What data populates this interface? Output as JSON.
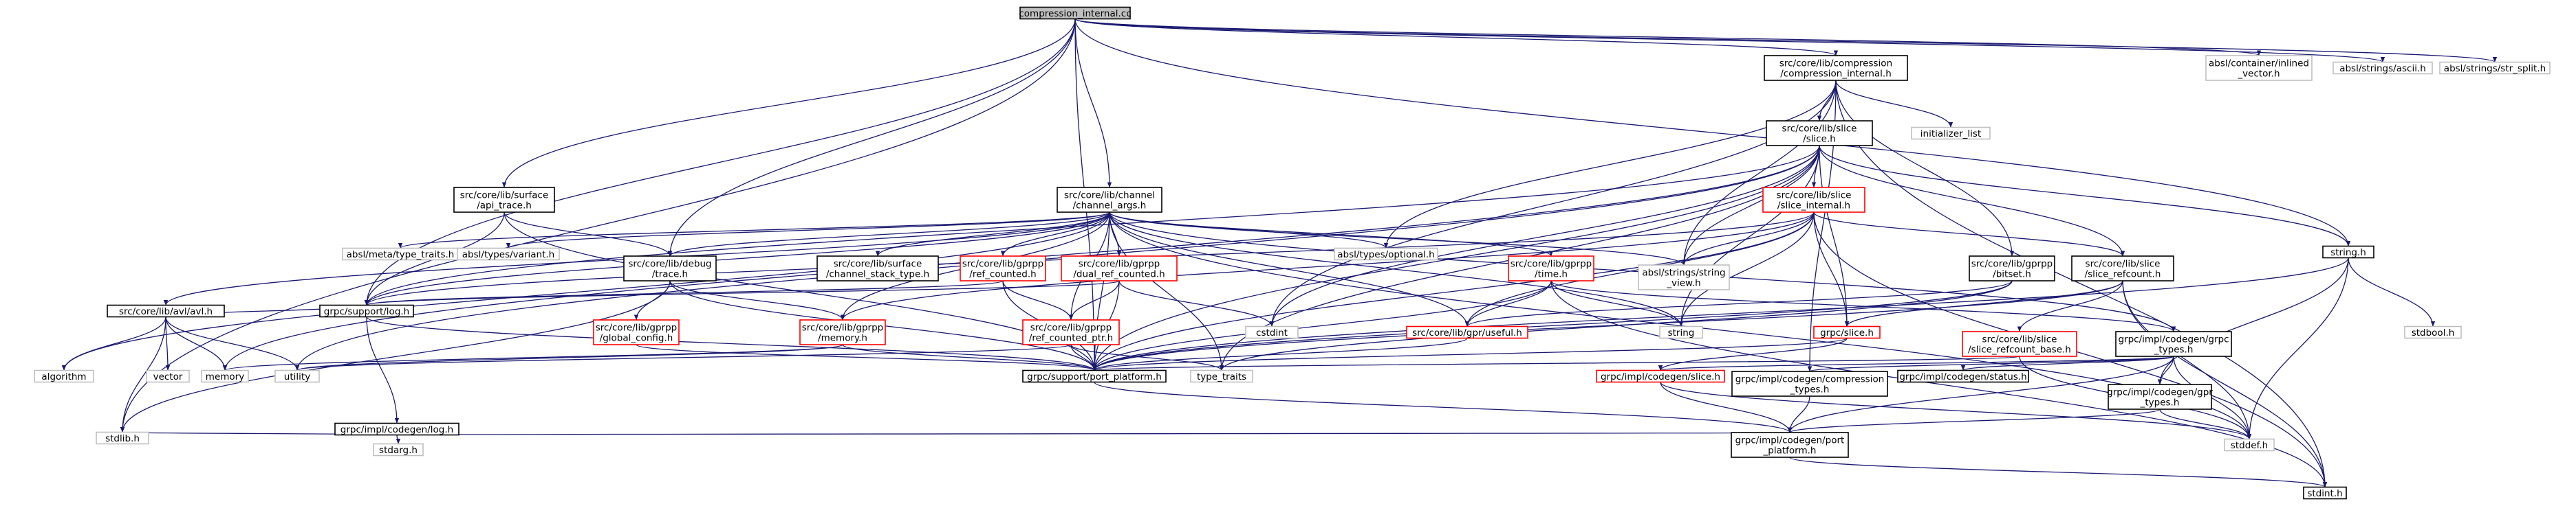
{
  "graph": {
    "title": "compression_internal.cc",
    "edge_color": "#191970",
    "node_styles": {
      "root": {
        "fill": "#bfbfbf",
        "stroke": "#000000"
      },
      "normal": {
        "fill": "#ffffff",
        "stroke": "#000000"
      },
      "red": {
        "fill": "#ffffff",
        "stroke": "#ff0000"
      },
      "gray": {
        "fill": "#ffffff",
        "stroke": "#bfbfbf"
      }
    },
    "nodes": [
      {
        "id": "root",
        "kind": "root",
        "lines": [
          "compression_internal.cc"
        ]
      },
      {
        "id": "ci",
        "kind": "normal",
        "lines": [
          "src/core/lib/compression",
          "/compression_internal.h"
        ]
      },
      {
        "id": "inl",
        "kind": "gray",
        "lines": [
          "absl/container/inlined",
          "_vector.h"
        ]
      },
      {
        "id": "ascii",
        "kind": "gray",
        "lines": [
          "absl/strings/ascii.h"
        ]
      },
      {
        "id": "split",
        "kind": "gray",
        "lines": [
          "absl/strings/str_split.h"
        ]
      },
      {
        "id": "slice",
        "kind": "normal",
        "lines": [
          "src/core/lib/slice",
          "/slice.h"
        ]
      },
      {
        "id": "initl",
        "kind": "gray",
        "lines": [
          "initializer_list"
        ]
      },
      {
        "id": "chargs",
        "kind": "normal",
        "lines": [
          "src/core/lib/channel",
          "/channel_args.h"
        ]
      },
      {
        "id": "apitrace",
        "kind": "normal",
        "lines": [
          "src/core/lib/surface",
          "/api_trace.h"
        ]
      },
      {
        "id": "sliceint",
        "kind": "red",
        "lines": [
          "src/core/lib/slice",
          "/slice_internal.h"
        ]
      },
      {
        "id": "metatt",
        "kind": "gray",
        "lines": [
          "absl/meta/type_traits.h"
        ]
      },
      {
        "id": "variant",
        "kind": "gray",
        "lines": [
          "absl/types/variant.h"
        ]
      },
      {
        "id": "dbgtrace",
        "kind": "normal",
        "lines": [
          "src/core/lib/debug",
          "/trace.h"
        ]
      },
      {
        "id": "cstack",
        "kind": "normal",
        "lines": [
          "src/core/lib/surface",
          "/channel_stack_type.h"
        ]
      },
      {
        "id": "refc",
        "kind": "red",
        "lines": [
          "src/core/lib/gprpp",
          "/ref_counted.h"
        ]
      },
      {
        "id": "dualref",
        "kind": "red",
        "lines": [
          "src/core/lib/gprpp",
          "/dual_ref_counted.h"
        ]
      },
      {
        "id": "optional",
        "kind": "gray",
        "lines": [
          "absl/types/optional.h"
        ]
      },
      {
        "id": "timeh",
        "kind": "red",
        "lines": [
          "src/core/lib/gprpp",
          "/time.h"
        ]
      },
      {
        "id": "strview",
        "kind": "gray",
        "lines": [
          "absl/strings/string",
          "_view.h"
        ]
      },
      {
        "id": "bitset",
        "kind": "normal",
        "lines": [
          "src/core/lib/gprpp",
          "/bitset.h"
        ]
      },
      {
        "id": "srefc",
        "kind": "normal",
        "lines": [
          "src/core/lib/slice",
          "/slice_refcount.h"
        ]
      },
      {
        "id": "stringh",
        "kind": "normal",
        "lines": [
          "string.h"
        ]
      },
      {
        "id": "avl",
        "kind": "normal",
        "lines": [
          "src/core/lib/avl/avl.h"
        ]
      },
      {
        "id": "log",
        "kind": "normal",
        "lines": [
          "grpc/support/log.h"
        ]
      },
      {
        "id": "glconf",
        "kind": "red",
        "lines": [
          "src/core/lib/gprpp",
          "/global_config.h"
        ]
      },
      {
        "id": "memh",
        "kind": "red",
        "lines": [
          "src/core/lib/gprpp",
          "/memory.h"
        ]
      },
      {
        "id": "refptr",
        "kind": "red",
        "lines": [
          "src/core/lib/gprpp",
          "/ref_counted_ptr.h"
        ]
      },
      {
        "id": "cstdint",
        "kind": "gray",
        "lines": [
          "cstdint"
        ]
      },
      {
        "id": "useful",
        "kind": "red",
        "lines": [
          "src/core/lib/gpr/useful.h"
        ]
      },
      {
        "id": "stringstd",
        "kind": "gray",
        "lines": [
          "string"
        ]
      },
      {
        "id": "grpcslice",
        "kind": "red",
        "lines": [
          "grpc/slice.h"
        ]
      },
      {
        "id": "srcbase",
        "kind": "red",
        "lines": [
          "src/core/lib/slice",
          "/slice_refcount_base.h"
        ]
      },
      {
        "id": "cgtypes",
        "kind": "normal",
        "lines": [
          "grpc/impl/codegen/grpc",
          "_types.h"
        ]
      },
      {
        "id": "stdbool",
        "kind": "gray",
        "lines": [
          "stdbool.h"
        ]
      },
      {
        "id": "algorithm",
        "kind": "gray",
        "lines": [
          "algorithm"
        ]
      },
      {
        "id": "vector",
        "kind": "gray",
        "lines": [
          "vector"
        ]
      },
      {
        "id": "memory",
        "kind": "gray",
        "lines": [
          "memory"
        ]
      },
      {
        "id": "utility",
        "kind": "gray",
        "lines": [
          "utility"
        ]
      },
      {
        "id": "portplat",
        "kind": "normal",
        "lines": [
          "grpc/support/port_platform.h"
        ]
      },
      {
        "id": "typetraits",
        "kind": "gray",
        "lines": [
          "type_traits"
        ]
      },
      {
        "id": "cgslice",
        "kind": "red",
        "lines": [
          "grpc/impl/codegen/slice.h"
        ]
      },
      {
        "id": "cgcomp",
        "kind": "normal",
        "lines": [
          "grpc/impl/codegen/compression",
          "_types.h"
        ]
      },
      {
        "id": "cgstatus",
        "kind": "normal",
        "lines": [
          "grpc/impl/codegen/status.h"
        ]
      },
      {
        "id": "gprtypes",
        "kind": "normal",
        "lines": [
          "grpc/impl/codegen/gpr",
          "_types.h"
        ]
      },
      {
        "id": "cglog",
        "kind": "normal",
        "lines": [
          "grpc/impl/codegen/log.h"
        ]
      },
      {
        "id": "stdlib",
        "kind": "gray",
        "lines": [
          "stdlib.h"
        ]
      },
      {
        "id": "stdarg",
        "kind": "gray",
        "lines": [
          "stdarg.h"
        ]
      },
      {
        "id": "cgport",
        "kind": "normal",
        "lines": [
          "grpc/impl/codegen/port",
          "_platform.h"
        ]
      },
      {
        "id": "stddef",
        "kind": "gray",
        "lines": [
          "stddef.h"
        ]
      },
      {
        "id": "stdint",
        "kind": "normal",
        "lines": [
          "stdint.h"
        ]
      }
    ],
    "edges": [
      [
        "root",
        "ci"
      ],
      [
        "root",
        "inl"
      ],
      [
        "root",
        "ascii"
      ],
      [
        "root",
        "split"
      ],
      [
        "root",
        "chargs"
      ],
      [
        "root",
        "apitrace"
      ],
      [
        "root",
        "dbgtrace"
      ],
      [
        "root",
        "log"
      ],
      [
        "root",
        "portplat"
      ],
      [
        "root",
        "stdlib"
      ],
      [
        "root",
        "stringh"
      ],
      [
        "ci",
        "slice"
      ],
      [
        "ci",
        "initl"
      ],
      [
        "ci",
        "optional"
      ],
      [
        "ci",
        "strview"
      ],
      [
        "ci",
        "cstdint"
      ],
      [
        "ci",
        "bitset"
      ],
      [
        "ci",
        "cgcomp"
      ],
      [
        "ci",
        "stdint"
      ],
      [
        "slice",
        "sliceint"
      ],
      [
        "slice",
        "srefc"
      ],
      [
        "slice",
        "strview"
      ],
      [
        "slice",
        "stringstd"
      ],
      [
        "slice",
        "grpcslice"
      ],
      [
        "slice",
        "portplat"
      ],
      [
        "slice",
        "stringh"
      ],
      [
        "slice",
        "cstdint"
      ],
      [
        "slice",
        "log"
      ],
      [
        "slice",
        "memory"
      ],
      [
        "slice",
        "utility"
      ],
      [
        "slice",
        "typetraits"
      ],
      [
        "apitrace",
        "dbgtrace"
      ],
      [
        "apitrace",
        "log"
      ],
      [
        "apitrace",
        "portplat"
      ],
      [
        "chargs",
        "avl"
      ],
      [
        "chargs",
        "metatt"
      ],
      [
        "chargs",
        "variant"
      ],
      [
        "chargs",
        "dbgtrace"
      ],
      [
        "chargs",
        "cstack"
      ],
      [
        "chargs",
        "refc"
      ],
      [
        "chargs",
        "dualref"
      ],
      [
        "chargs",
        "refptr"
      ],
      [
        "chargs",
        "optional"
      ],
      [
        "chargs",
        "timeh"
      ],
      [
        "chargs",
        "useful"
      ],
      [
        "chargs",
        "strview"
      ],
      [
        "chargs",
        "stringstd"
      ],
      [
        "chargs",
        "log"
      ],
      [
        "chargs",
        "portplat"
      ],
      [
        "chargs",
        "algorithm"
      ],
      [
        "chargs",
        "memh"
      ],
      [
        "chargs",
        "cgtypes"
      ],
      [
        "chargs",
        "typetraits"
      ],
      [
        "chargs",
        "stddef"
      ],
      [
        "sliceint",
        "strview"
      ],
      [
        "sliceint",
        "srefc"
      ],
      [
        "sliceint",
        "grpcslice"
      ],
      [
        "sliceint",
        "useful"
      ],
      [
        "sliceint",
        "portplat"
      ],
      [
        "sliceint",
        "stringstd"
      ],
      [
        "sliceint",
        "stdint"
      ],
      [
        "sliceint",
        "log"
      ],
      [
        "sliceint",
        "memh"
      ],
      [
        "dbgtrace",
        "glconf"
      ],
      [
        "dbgtrace",
        "memh"
      ],
      [
        "dbgtrace",
        "portplat"
      ],
      [
        "dbgtrace",
        "stdlib"
      ],
      [
        "refc",
        "log"
      ],
      [
        "refc",
        "refptr"
      ],
      [
        "refc",
        "portplat"
      ],
      [
        "dualref",
        "log"
      ],
      [
        "dualref",
        "refptr"
      ],
      [
        "dualref",
        "cstdint"
      ],
      [
        "dualref",
        "portplat"
      ],
      [
        "timeh",
        "useful"
      ],
      [
        "timeh",
        "stringstd"
      ],
      [
        "timeh",
        "portplat"
      ],
      [
        "timeh",
        "cgtypes"
      ],
      [
        "timeh",
        "stdint"
      ],
      [
        "bitset",
        "useful"
      ],
      [
        "bitset",
        "portplat"
      ],
      [
        "bitset",
        "typetraits"
      ],
      [
        "srefc",
        "srcbase"
      ],
      [
        "srefc",
        "grpcslice"
      ],
      [
        "srefc",
        "portplat"
      ],
      [
        "srefc",
        "stddef"
      ],
      [
        "srefc",
        "stdint"
      ],
      [
        "stringh",
        "stdbool"
      ],
      [
        "stringh",
        "stddef"
      ],
      [
        "stringh",
        "gprtypes"
      ],
      [
        "stringh",
        "portplat"
      ],
      [
        "avl",
        "algorithm"
      ],
      [
        "avl",
        "vector"
      ],
      [
        "avl",
        "memory"
      ],
      [
        "avl",
        "utility"
      ],
      [
        "avl",
        "log"
      ],
      [
        "avl",
        "stdlib"
      ],
      [
        "log",
        "cglog"
      ],
      [
        "log",
        "portplat"
      ],
      [
        "glconf",
        "portplat"
      ],
      [
        "memh",
        "portplat"
      ],
      [
        "memh",
        "memory"
      ],
      [
        "memh",
        "utility"
      ],
      [
        "refptr",
        "portplat"
      ],
      [
        "refptr",
        "typetraits"
      ],
      [
        "refptr",
        "utility"
      ],
      [
        "useful",
        "portplat"
      ],
      [
        "grpcslice",
        "cgslice"
      ],
      [
        "grpcslice",
        "portplat"
      ],
      [
        "srcbase",
        "portplat"
      ],
      [
        "srcbase",
        "stddef"
      ],
      [
        "cgtypes",
        "cgcomp"
      ],
      [
        "cgtypes",
        "cgstatus"
      ],
      [
        "cgtypes",
        "cgslice"
      ],
      [
        "cgtypes",
        "gprtypes"
      ],
      [
        "cgtypes",
        "stddef"
      ],
      [
        "cgtypes",
        "cgport"
      ],
      [
        "portplat",
        "cgport"
      ],
      [
        "cgslice",
        "cgport"
      ],
      [
        "cgslice",
        "stddef"
      ],
      [
        "cgcomp",
        "cgport"
      ],
      [
        "gprtypes",
        "cgport"
      ],
      [
        "gprtypes",
        "stddef"
      ],
      [
        "cglog",
        "stdlib"
      ],
      [
        "cglog",
        "stdarg"
      ],
      [
        "cglog",
        "cgport"
      ],
      [
        "cgport",
        "stdint"
      ]
    ]
  }
}
